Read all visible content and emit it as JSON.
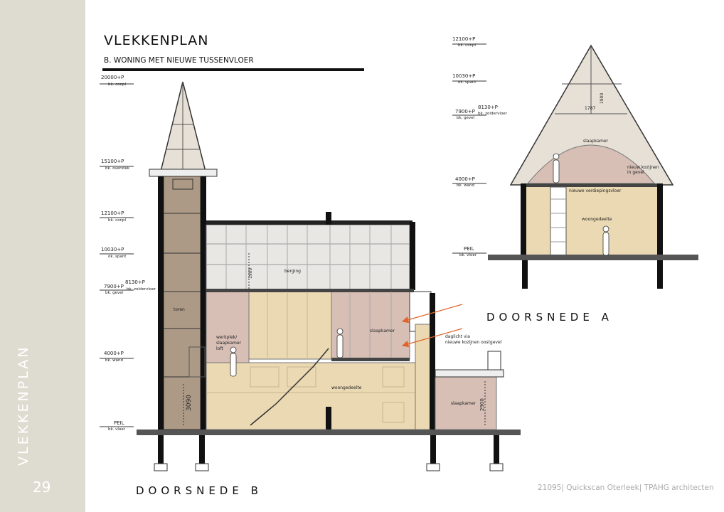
{
  "sidebar": {
    "label": "VLEKKENPLAN",
    "page_number": "29"
  },
  "header": {
    "title": "VLEKKENPLAN",
    "subtitle": "B. WONING MET NIEUWE TUSSENVLOER"
  },
  "section_b": {
    "title": "DOORSNEDE B",
    "levels": [
      {
        "value": "20000+P",
        "note": "bk. conpl"
      },
      {
        "value": "15100+P",
        "note": "bk. overstek"
      },
      {
        "value": "12100+P",
        "note": "bk. conpl"
      },
      {
        "value": "10030+P",
        "note": "ok. spant"
      },
      {
        "value": "8130+P",
        "note": "bk. zoldervloer"
      },
      {
        "value": "7900+P",
        "note": "bk. gevel"
      },
      {
        "value": "4000+P",
        "note": "bk. wand"
      },
      {
        "value": "PEIL",
        "note": "bk. vloer"
      }
    ],
    "rooms": {
      "toren": "toren",
      "berging": "berging",
      "slaapkamer": "slaapkamer",
      "werkplek_1": "werkplek/",
      "werkplek_2": "slaapkamer",
      "werkplek_3": "loft",
      "woongedeelte": "woongedeelte",
      "slaapkamer_annex": "slaapkamer"
    },
    "dims": {
      "d1900": "1900",
      "d3090": "3090",
      "d2900": "2900"
    },
    "note_1": "daglicht via",
    "note_2": "nieuwe kozijnen oostgevel"
  },
  "section_a": {
    "title": "DOORSNEDE A",
    "levels": [
      {
        "value": "12100+P",
        "note": "bk. conpl"
      },
      {
        "value": "10030+P",
        "note": "ok. spant"
      },
      {
        "value": "8130+P",
        "note": "bk. zoldervloer"
      },
      {
        "value": "7900+P",
        "note": "bk. gevel"
      },
      {
        "value": "4000+P",
        "note": "bk. wand"
      },
      {
        "value": "PEIL",
        "note": "bk. vloer"
      }
    ],
    "rooms": {
      "slaapkamer": "slaapkamer",
      "kozijnen_1": "nieuw kozijnen",
      "kozijnen_2": "in gevel",
      "verdieping": "nieuwe verdiepingsvloer",
      "woongedeelte": "woongedeelte"
    },
    "dims": {
      "d1787": "1787",
      "d1900": "1900"
    }
  },
  "footer": "21095| Quickscan Oterleek| TPAHG architecten",
  "colors": {
    "sidebar": "#dedcd1",
    "pink": "#d7bfb6",
    "cream": "#ead9b2",
    "tower": "#ad9a86",
    "glass": "#e9e7e4",
    "arrow": "#e0632a"
  }
}
